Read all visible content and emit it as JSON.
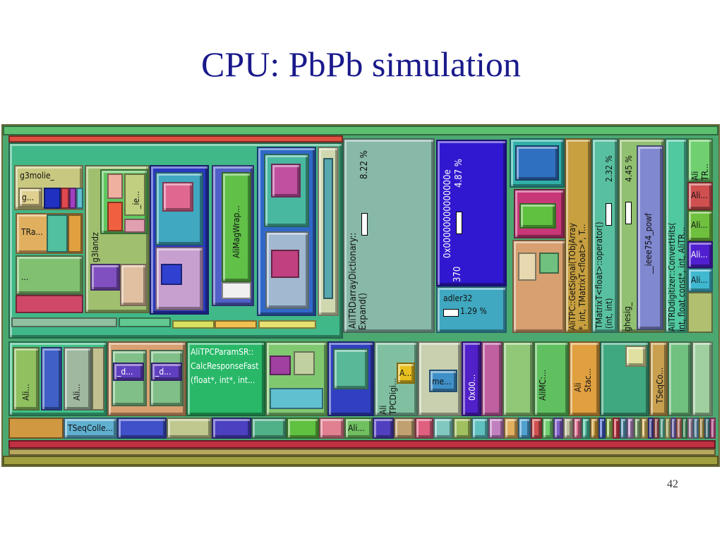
{
  "slide": {
    "title": "CPU: PbPb simulation",
    "page_number": "42"
  },
  "treemap": {
    "labels": {
      "g3molie": "g3molie_",
      "g_short": "g...",
      "tra": "TRa...",
      "dots_a": "...",
      "g3landz": "g3landz",
      "ie": "_ie...",
      "alimagwrap": "AliMagWrap...",
      "trdarray_name": "AliTRDarrayDictionary::",
      "trdarray_fn": "Expand()",
      "trdarray_pct": "8.22 %",
      "hex_name": "0x00000000000000e",
      "hex_tail": "370",
      "hex_pct": "4.87 %",
      "adler": "adler32",
      "adler_pct": "1.29 %",
      "getsignal_1": "AliTPC::GetSignal(TObjArray",
      "getsignal_2": "*, int, TMatrixT<float>*, T...",
      "tmatrix_1": "TMatrixT<float>::operator()",
      "tmatrix_2": "(int, int)",
      "tmatrix_pct": "2.32 %",
      "ghesig": "ghesig_",
      "ghesig_pct": "4.45 %",
      "ieee": "__ieee754_powf",
      "trddig_1": "AliTRDdigitizer::ConvertHits(",
      "trddig_2": "int, float const*, int, AliTR...",
      "ali_tr_1": "Ali",
      "ali_tr_2": "TR...",
      "ali_r1": "Ali...",
      "ali_r2": "Ali...",
      "ali_r3": "Ali...",
      "ali_r4": "Ali...",
      "ali_b1": "Ali...",
      "ali_b2": "Ali...",
      "d1": "_d...",
      "d2": "_d...",
      "param_1": "AliTPCParamSR::",
      "param_2": "CalcResponseFast",
      "param_3": "(float*, int*, int...",
      "tpcdigi_1": "Ali",
      "tpcdigi_2": "TPCDigi...",
      "a_short": "A...",
      "me": "me...",
      "hex_small": "0x00...",
      "alimc": "AliMC:...",
      "alistac_1": "Ali",
      "alistac_2": "Stac...",
      "tseqco": "TSeqCo...",
      "tseqcolle": "TSeqColle...",
      "ali_bottom": "Ali..."
    }
  }
}
